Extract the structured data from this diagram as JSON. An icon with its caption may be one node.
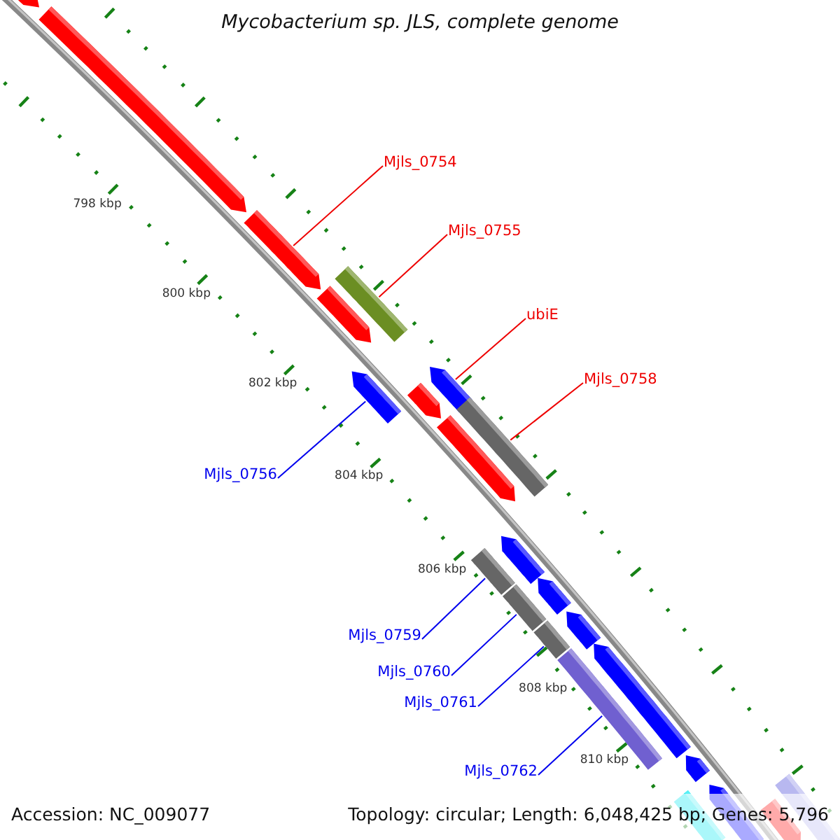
{
  "diagram": {
    "title": "Mycobacterium sp. JLS, complete genome",
    "nodes": [
      {
        "text": [
          "Mjls_0754"
        ]
      },
      {
        "text": [
          "Mjls_0755"
        ]
      },
      {
        "text": [
          "ubiE"
        ]
      },
      {
        "text": [
          "Mjls_0758"
        ]
      },
      {
        "text": [
          "Mjls_0756"
        ]
      },
      {
        "text": [
          "Mjls_0759"
        ]
      },
      {
        "text": [
          "Mjls_0760"
        ]
      },
      {
        "text": [
          "Mjls_0761"
        ]
      },
      {
        "text": [
          "Mjls_0762"
        ]
      },
      {
        "text": [],
        "shape": "arrow"
      },
      {
        "text": [],
        "shape": "arrow"
      },
      {
        "text": [],
        "shape": "arrow"
      },
      {
        "text": [],
        "shape": "box"
      },
      {
        "text": [],
        "shape": "arrow"
      },
      {
        "text": [],
        "shape": "arrow"
      },
      {
        "text": [],
        "shape": "arrow"
      },
      {
        "text": [],
        "shape": "arrow"
      },
      {
        "text": [],
        "shape": "arrow"
      },
      {
        "text": [],
        "shape": "box"
      },
      {
        "text": [],
        "shape": "box"
      },
      {
        "text": [],
        "shape": "arrow"
      },
      {
        "text": [],
        "shape": "box"
      },
      {
        "text": [],
        "shape": "arrow"
      },
      {
        "text": [],
        "shape": "box"
      },
      {
        "text": [],
        "shape": "arrow"
      },
      {
        "text": [],
        "shape": "box"
      },
      {
        "text": [],
        "shape": "arrow"
      },
      {
        "text": [],
        "shape": "arrow"
      },
      {
        "text": [],
        "shape": "box"
      },
      {
        "text": [],
        "shape": "arrow"
      },
      {
        "text": [],
        "shape": "box"
      },
      {
        "text": [],
        "shape": "arrow"
      }
    ],
    "edges": [
      {
        "from": 0,
        "to": 11,
        "arrow": "none",
        "color": "#ee0000"
      },
      {
        "from": 1,
        "to": 12,
        "arrow": "none",
        "color": "#ee0000"
      },
      {
        "from": 2,
        "to": 15,
        "arrow": "none",
        "color": "#ee0000"
      },
      {
        "from": 3,
        "to": 18,
        "arrow": "none",
        "color": "#ee0000"
      },
      {
        "from": 4,
        "to": 14,
        "arrow": "none"
      },
      {
        "from": 5,
        "to": 19,
        "arrow": "none"
      },
      {
        "from": 6,
        "to": 21,
        "arrow": "none"
      },
      {
        "from": 7,
        "to": 23,
        "arrow": "none"
      },
      {
        "from": 8,
        "to": 25,
        "arrow": "none"
      }
    ],
    "labels": [
      "798 kbp",
      "800 kbp",
      "802 kbp",
      "804 kbp",
      "806 kbp",
      "808 kbp",
      "810 kbp",
      "Accession: NC_009077",
      "Topology: circular; Length: 6,048,425 bp; Genes: 5,796"
    ]
  }
}
